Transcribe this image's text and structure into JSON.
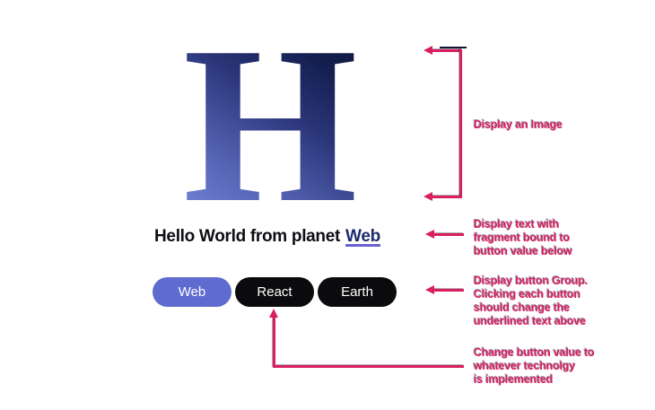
{
  "hero": {
    "letter": "H",
    "gradient_light": "#7e8ce0",
    "gradient_dark": "#0d1534"
  },
  "headline": {
    "prefix": "Hello World from planet",
    "link": "Web",
    "link_color": "#1d2a6e",
    "underline_color": "#6a5fd1"
  },
  "button_group": {
    "buttons": [
      {
        "label": "Web",
        "active": true,
        "bg": "#5f6bce"
      },
      {
        "label": "React",
        "active": false,
        "bg": "#0b0b0e"
      },
      {
        "label": "Earth",
        "active": false,
        "bg": "#0b0b0e"
      }
    ]
  },
  "annotations": {
    "color": "#d91f5e",
    "display_image": {
      "lines": [
        "Display an Image"
      ]
    },
    "display_text": {
      "lines": [
        "Display text with",
        "fragment bound to",
        "button value below"
      ]
    },
    "button_group_note": {
      "lines": [
        "Display button Group.",
        "Clicking each button",
        "should change the",
        "underlined text above"
      ]
    },
    "change_value": {
      "lines": [
        "Change button value to",
        "whatever technolgy",
        "is implemented"
      ]
    }
  }
}
